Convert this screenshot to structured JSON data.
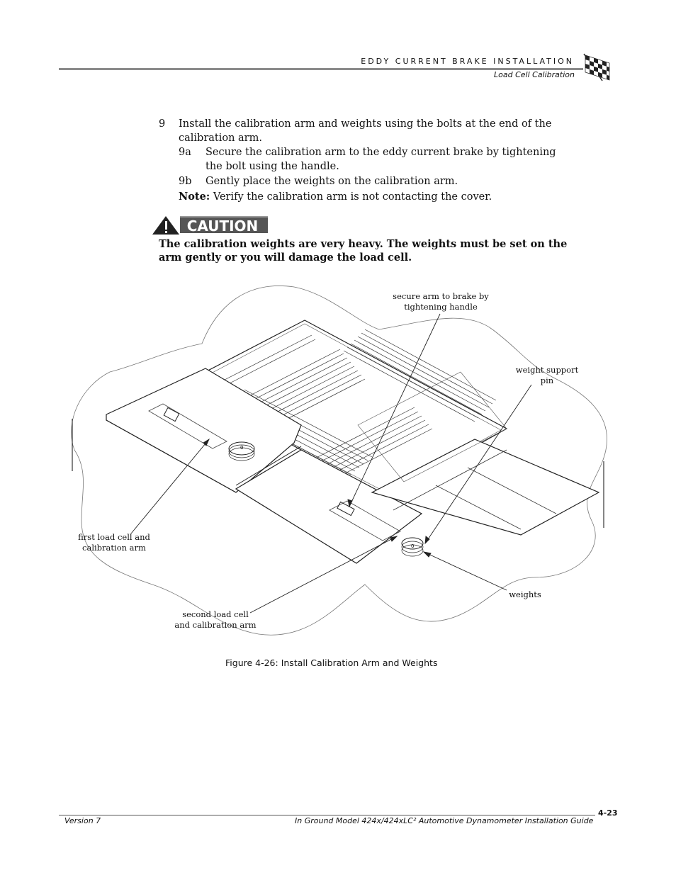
{
  "header": {
    "section_title": "EDDY CURRENT BRAKE INSTALLATION",
    "subsection": "Load Cell Calibration",
    "logo_icon": "checkered-flag-icon"
  },
  "step": {
    "number": "9",
    "text": "Install the calibration arm and weights using the bolts at the end of the calibration arm.",
    "substeps": [
      {
        "number": "9a",
        "text": "Secure the calibration arm to the eddy current brake by tightening the bolt using the handle."
      },
      {
        "number": "9b",
        "text": "Gently place the weights on the calibration arm."
      }
    ],
    "note_label": "Note:",
    "note_text": "Verify the calibration arm is not contacting the cover."
  },
  "caution": {
    "badge_label": "CAUTION",
    "icon": "warning-triangle-icon",
    "text": "The calibration weights are very heavy. The weights must be set on the arm gently or you will damage the load cell."
  },
  "figure": {
    "labels": {
      "secure_arm": [
        "secure arm to brake by",
        "tightening handle"
      ],
      "weight_pin": [
        "weight support",
        "pin"
      ],
      "first_load_cell": [
        "first load cell and",
        "calibration arm"
      ],
      "second_load_cell": [
        "second load cell",
        "and calibration arm"
      ],
      "weights": "weights"
    },
    "caption": "Figure 4-26: Install Calibration Arm and Weights"
  },
  "footer": {
    "version": "Version 7",
    "guide_title": "In Ground Model 424x/424xLC² Automotive Dynamometer Installation Guide",
    "page": "4-23"
  },
  "colors": {
    "rule": "#8a8a8a",
    "caution_badge": "#555555",
    "text": "#111111"
  }
}
